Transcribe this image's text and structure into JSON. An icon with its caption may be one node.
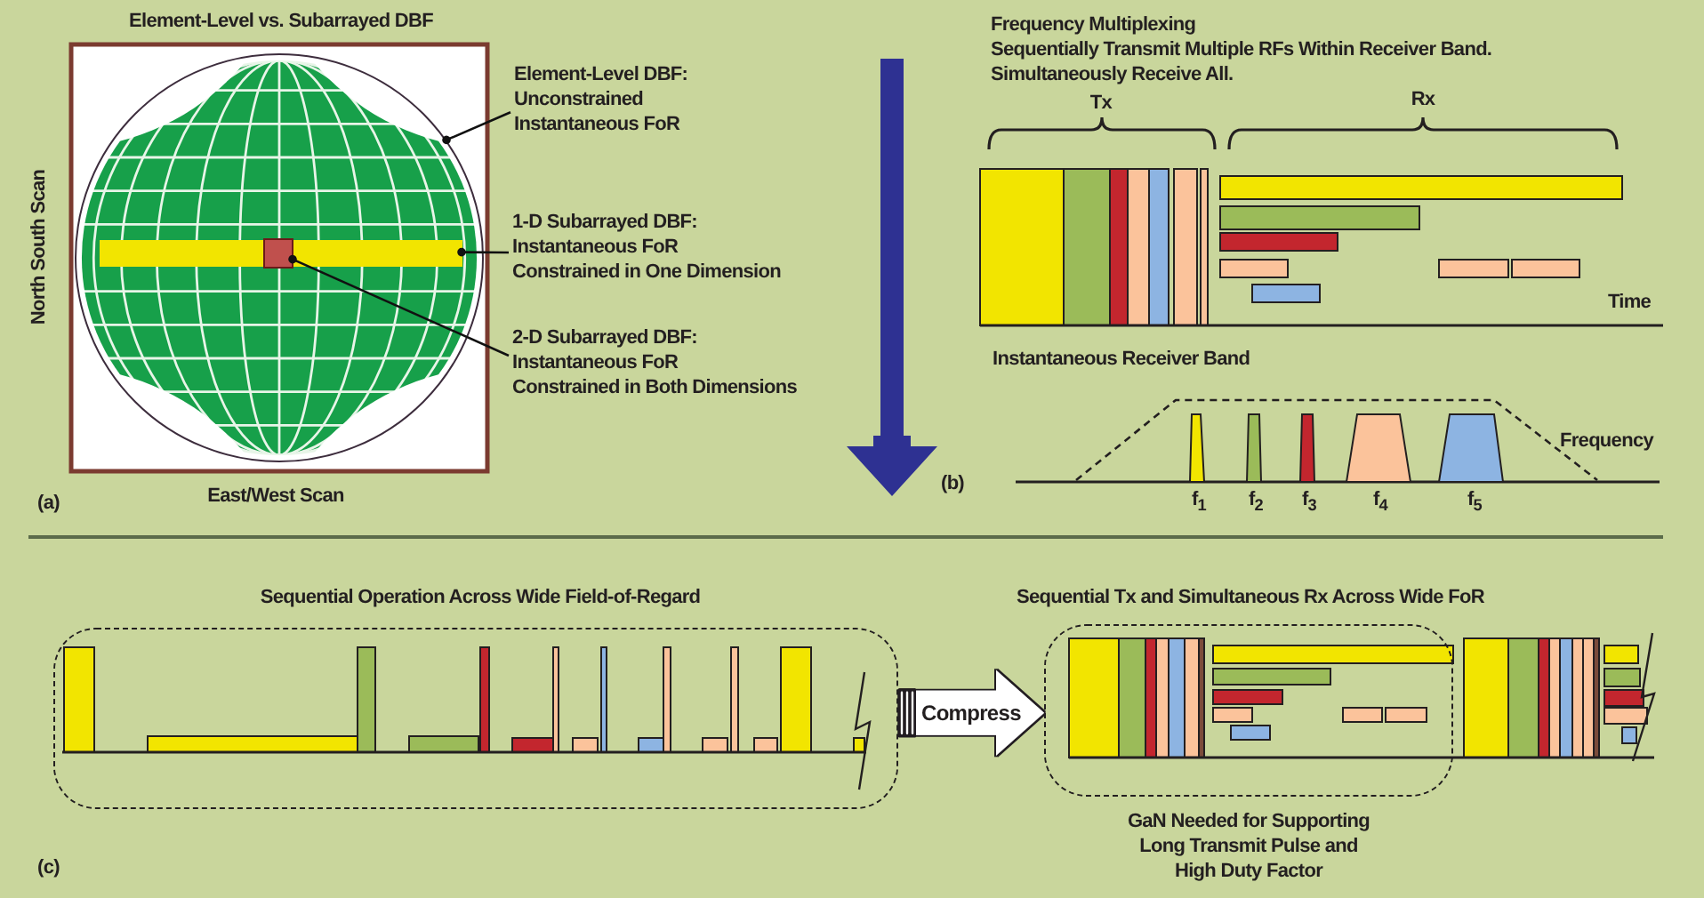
{
  "diagram": {
    "nodes": [
      {
        "text": [],
        "shape": "circle"
      },
      {
        "text": [],
        "shape": "bar",
        "in": 0
      },
      {
        "text": [],
        "shape": "box",
        "in": 1
      },
      {
        "text": [
          "Element-Level DBF: Unconstrained Instantaneous FoR"
        ]
      },
      {
        "text": [
          "1-D Subarrayed DBF: Instantaneous FoR Constrained in One Dimension"
        ]
      },
      {
        "text": [
          "2-D Subarrayed DBF: Instantaneous FoR Constrained in Both Dimensions"
        ]
      },
      {
        "text": [],
        "shape": "box",
        "beside": [
          "Sequential Operation Across Wide Field-of-Regard"
        ]
      },
      {
        "text": [],
        "shape": "box",
        "beside": [
          "Sequential Tx and Simultaneous Rx Across Wide FoR",
          "GaN Needed for Supporting Long Transmit Pulse and High Duty Factor"
        ]
      }
    ],
    "edges": [
      {
        "from": 3,
        "to": 0,
        "arrow": "other"
      },
      {
        "from": 4,
        "to": 1,
        "arrow": "other"
      },
      {
        "from": 5,
        "to": 2,
        "arrow": "other"
      },
      {
        "from": 6,
        "to": 7,
        "arrow": "to",
        "label": "Compress",
        "style": "thick",
        "color": "#ffffff"
      }
    ],
    "labels": [
      "Element-Level vs. Subarrayed DBF",
      "North South Scan",
      "East/West Scan",
      "(a)",
      "Frequency Multiplexing",
      "Sequentially Transmit Multiple RFs Within Receiver Band.",
      "Simultaneously Receive All.",
      "Tx",
      "Rx",
      "Time",
      "Instantaneous Receiver Band",
      "Frequency",
      "f$_{1}$",
      "f$_{2}$",
      "f$_{3}$",
      "f$_{4}$",
      "f$_{5}$",
      "(b)",
      "(c)"
    ]
  }
}
